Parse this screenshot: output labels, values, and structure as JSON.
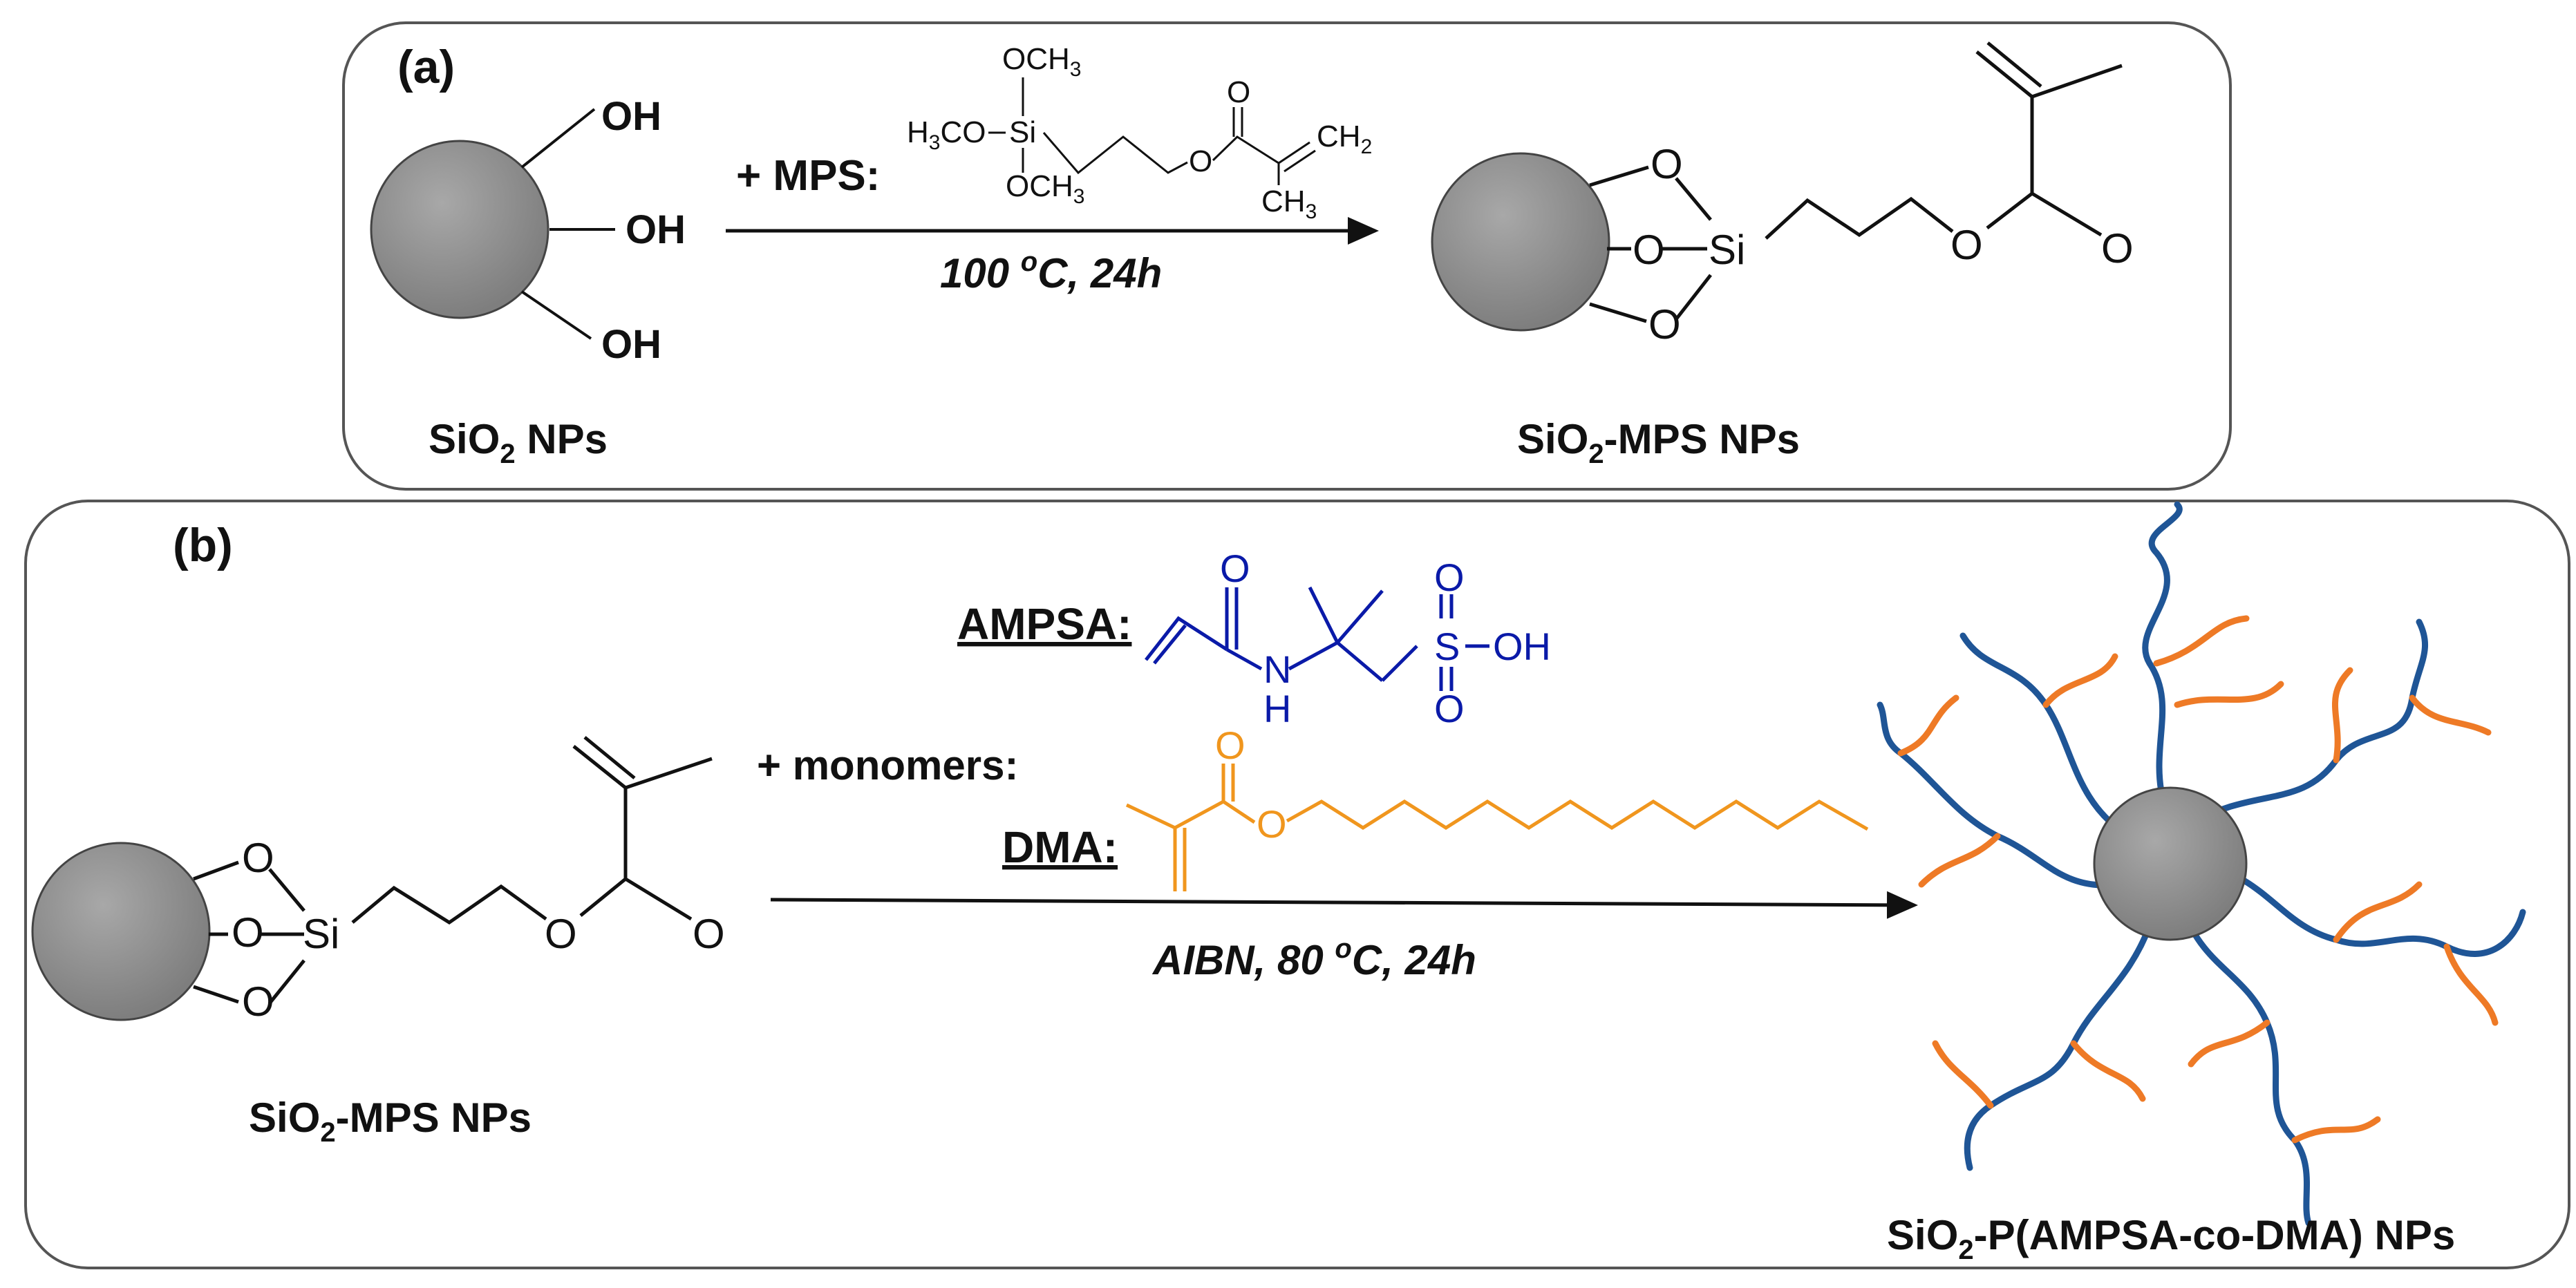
{
  "panel_a": {
    "label": "(a)",
    "hydroxyl": "OH",
    "reagent_prefix": "+ MPS:",
    "conditions": {
      "main": "100 ",
      "sup": "o",
      "rest": "C, 24h"
    },
    "mps": {
      "top_group": "OCH",
      "top_sub": "3",
      "left_group_a": "H",
      "left_sub": "3",
      "left_group_b": "CO",
      "silicon": "Si",
      "bottom_group": "OCH",
      "bottom_sub": "3",
      "carbonyl_o": "O",
      "ester_o": "O",
      "vinyl": "CH",
      "vinyl_sub": "2",
      "methyl": "CH",
      "methyl_sub": "3"
    },
    "reactant_label": {
      "a": "SiO",
      "sub": "2",
      "b": " NPs"
    },
    "product": {
      "o": "O",
      "silicon": "Si",
      "carbonyl_o": "O"
    },
    "product_label": {
      "a": "SiO",
      "sub": "2",
      "b": "-MPS NPs"
    }
  },
  "panel_b": {
    "label": "(b)",
    "reactant": {
      "o": "O",
      "silicon": "Si",
      "carbonyl_o": "O"
    },
    "reactant_label": {
      "a": "SiO",
      "sub": "2",
      "b": "-MPS NPs"
    },
    "monomers_prefix": "+ monomers:",
    "ampsa": {
      "name": "AMPSA:",
      "o": "O",
      "n": "N",
      "h": "H",
      "s": "S",
      "oh": "OH"
    },
    "dma": {
      "name": "DMA:",
      "o": "O"
    },
    "conditions": {
      "a": "AIBN, 80 ",
      "sup": "o",
      "b": "C, 24h"
    },
    "product_label": {
      "a": "SiO",
      "sub": "2",
      "b": "-P(AMPSA-co-DMA) NPs"
    }
  },
  "colors": {
    "particle": "#8c8c8c",
    "ampsa_blue": "#0a1aa8",
    "dma_orange": "#f0961e",
    "chain_blue": "#1f5596",
    "chain_orange": "#ee7a26"
  }
}
